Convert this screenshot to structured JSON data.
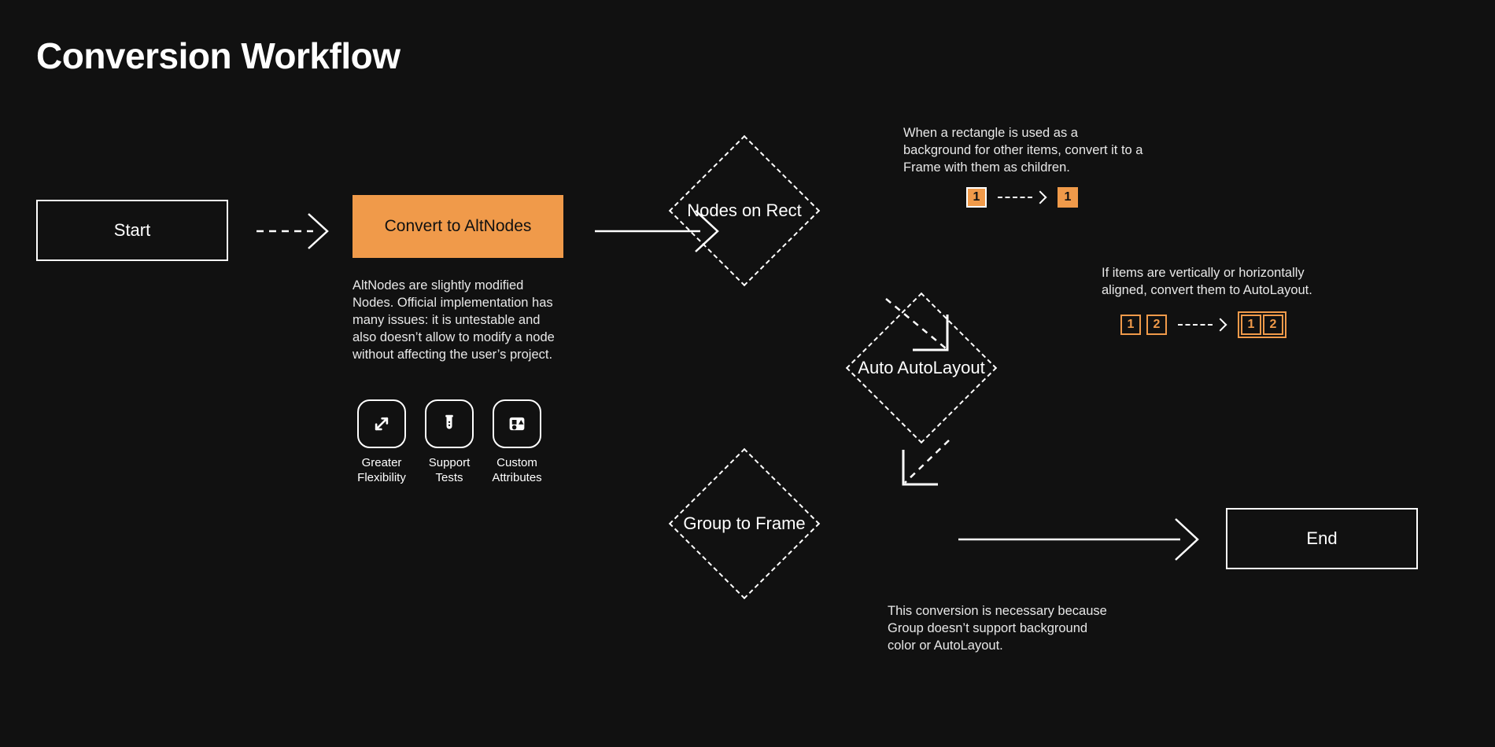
{
  "title": "Conversion Workflow",
  "theme": {
    "background": "#111111",
    "accent_orange": "#F09A4A",
    "text": "#ffffff",
    "muted_text": "#e8e8e8"
  },
  "nodes": {
    "start": {
      "label": "Start",
      "shape": "rectangle"
    },
    "convert": {
      "label": "Convert to AltNodes",
      "shape": "rectangle",
      "fill": "#F09A4A"
    },
    "nodes_on_rect": {
      "label": "Nodes on Rect",
      "shape": "diamond"
    },
    "auto_autolayout": {
      "label": "Auto AutoLayout",
      "shape": "diamond"
    },
    "group_to_frame": {
      "label": "Group to Frame",
      "shape": "diamond"
    },
    "end": {
      "label": "End",
      "shape": "rectangle"
    }
  },
  "convert_details": {
    "description": "AltNodes are slightly modified Nodes. Official implementation has many issues: it is untestable and also doesn’t allow to modify a node without affecting the user’s project.",
    "features": [
      {
        "icon": "expand-arrows-icon",
        "label": "Greater Flexibility"
      },
      {
        "icon": "test-tube-icon",
        "label": "Support Tests"
      },
      {
        "icon": "shapes-icon",
        "label": "Custom Attributes"
      }
    ]
  },
  "annotations": {
    "nodes_on_rect": {
      "text": "When a rectangle is used as a background for other items, convert it to a Frame with them as children.",
      "before_badges": [
        "1"
      ],
      "after_badges": [
        "1"
      ]
    },
    "auto_autolayout": {
      "text": "If items are vertically or horizontally aligned, convert them to AutoLayout.",
      "before_badges": [
        "1",
        "2"
      ],
      "after_badges": [
        "1",
        "2"
      ]
    },
    "group_to_frame": {
      "text": "This conversion is necessary because Group doesn’t support background color or AutoLayout."
    }
  },
  "edges": [
    {
      "from": "start",
      "to": "convert",
      "style": "dashed"
    },
    {
      "from": "convert",
      "to": "nodes_on_rect",
      "style": "solid"
    },
    {
      "from": "nodes_on_rect",
      "to": "auto_autolayout",
      "style": "dashed"
    },
    {
      "from": "auto_autolayout",
      "to": "group_to_frame",
      "style": "dashed"
    },
    {
      "from": "group_to_frame",
      "to": "end",
      "style": "solid"
    }
  ]
}
